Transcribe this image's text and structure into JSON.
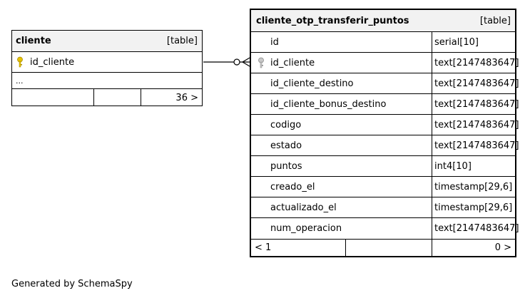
{
  "left_table": {
    "name": "cliente",
    "tag": "[table]",
    "columns": [
      {
        "name": "id_cliente"
      }
    ],
    "ellipsis": "...",
    "footer": {
      "left": "",
      "mid": "",
      "right": "36 >"
    }
  },
  "right_table": {
    "name": "cliente_otp_transferir_puntos",
    "tag": "[table]",
    "columns": [
      {
        "name": "id",
        "type": "serial[10]"
      },
      {
        "name": "id_cliente",
        "type": "text[2147483647]"
      },
      {
        "name": "id_cliente_destino",
        "type": "text[2147483647]"
      },
      {
        "name": "id_cliente_bonus_destino",
        "type": "text[2147483647]"
      },
      {
        "name": "codigo",
        "type": "text[2147483647]"
      },
      {
        "name": "estado",
        "type": "text[2147483647]"
      },
      {
        "name": "puntos",
        "type": "int4[10]"
      },
      {
        "name": "creado_el",
        "type": "timestamp[29,6]"
      },
      {
        "name": "actualizado_el",
        "type": "timestamp[29,6]"
      },
      {
        "name": "num_operacion",
        "type": "text[2147483647]"
      }
    ],
    "footer": {
      "left": "< 1",
      "mid": "",
      "right": "0 >"
    }
  },
  "footer_text": "Generated by SchemaSpy",
  "colors": {
    "header_bg": "#f2f2f2",
    "pk_key": "#e6c200",
    "fk_key": "#9a9a9a"
  }
}
